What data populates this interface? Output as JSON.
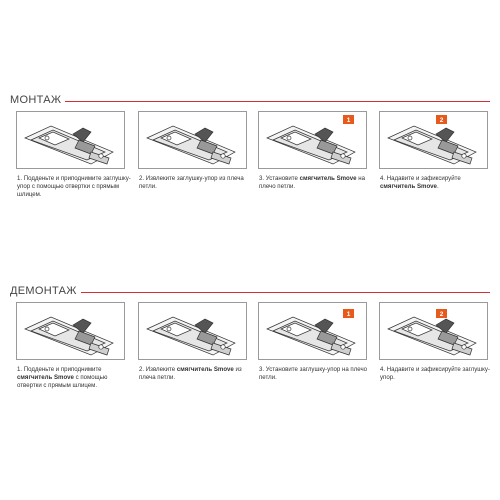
{
  "sections": [
    {
      "title": "МОНТАЖ",
      "steps": [
        {
          "text": "1. Подденьте и приподнимите заглушку-упор с помощью отвертки с прямым шлицем.",
          "badge": ""
        },
        {
          "text": "2. Извлеките заглушку-упор из плеча петли.",
          "badge": ""
        },
        {
          "text_before": "3. Установите ",
          "bold": "смягчитель Smove",
          "text_after": " на плечо петли.",
          "badge": "1"
        },
        {
          "text_before": "4. Надавите и зафиксируйте ",
          "bold": "смягчитель Smove",
          "text_after": ".",
          "badge": "2"
        }
      ]
    },
    {
      "title": "ДЕМОНТАЖ",
      "steps": [
        {
          "text_before": "1. Подденьте и приподнимите ",
          "bold": "смягчитель Smove",
          "text_after": " с помощью отвертки с прямым шлицем.",
          "badge": ""
        },
        {
          "text_before": "2. Извлеките ",
          "bold": "смягчитель Smove",
          "text_after": " из плеча петли.",
          "badge": ""
        },
        {
          "text": "3. Установите заглушку-упор на плечо петли.",
          "badge": "1"
        },
        {
          "text": "4. Надавите и зафиксируйте заглушку-упор.",
          "badge": "2"
        }
      ]
    }
  ],
  "colors": {
    "accent": "#d32f3a",
    "badge": "#e85a1b"
  }
}
